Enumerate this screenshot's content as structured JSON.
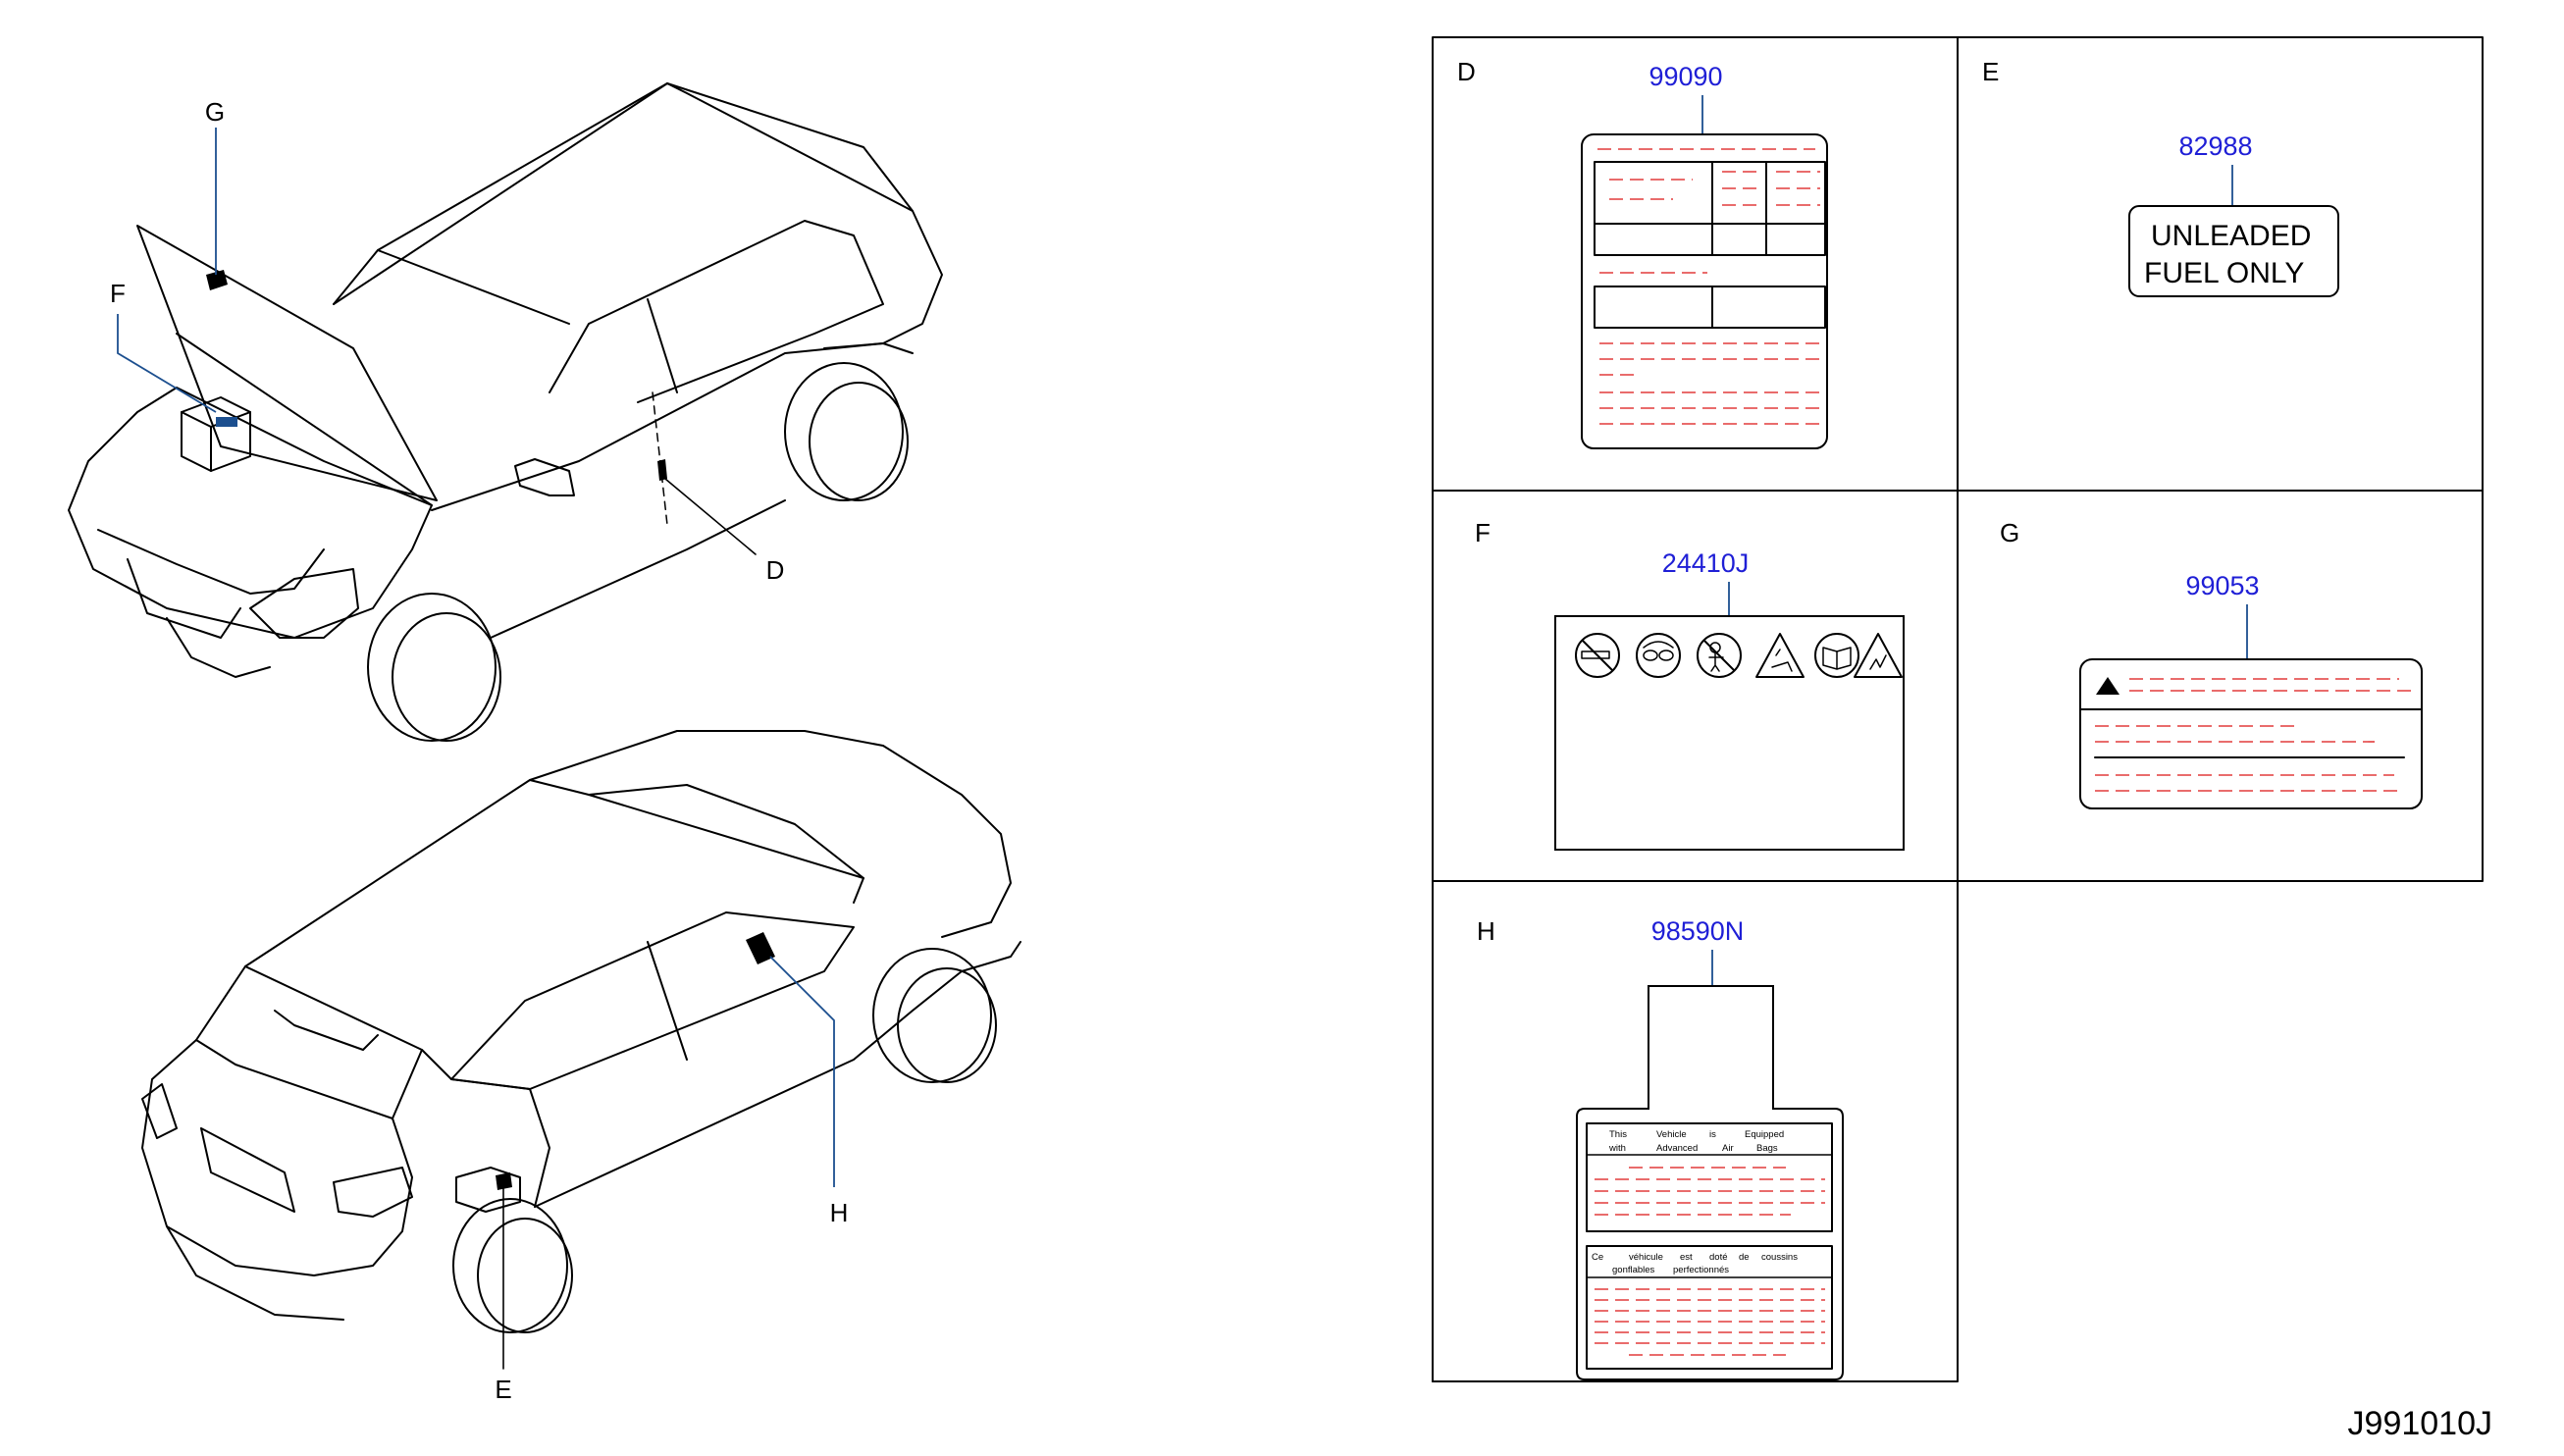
{
  "callouts": {
    "g": "G",
    "f": "F",
    "d": "D",
    "h": "H",
    "e": "E"
  },
  "cells": [
    {
      "id": "D",
      "part_number": "99090"
    },
    {
      "id": "E",
      "part_number": "82988"
    },
    {
      "id": "F",
      "part_number": "24410J"
    },
    {
      "id": "G",
      "part_number": "99053"
    },
    {
      "id": "H",
      "part_number": "98590N"
    }
  ],
  "label_e": {
    "line1": "UNLEADED",
    "line2": "FUEL  ONLY"
  },
  "label_h": {
    "en_words": [
      "This",
      "Vehicle",
      "is",
      "Equipped",
      "with",
      "Advanced",
      "Air",
      "Bags"
    ],
    "fr_words": [
      "Ce",
      "véhicule",
      "est",
      "doté",
      "de",
      "coussins",
      "gonflables",
      "perfectionnés"
    ]
  },
  "battery_icons": [
    "no-smoking-icon",
    "eye-protection-icon",
    "keep-children-away-icon",
    "acid-warning-icon",
    "read-manual-icon",
    "explosion-warning-icon"
  ],
  "drawing_code": "J991010J",
  "colors": {
    "part_number": "#1f1fd6",
    "dashed_text": "#e23b3b",
    "leader": "#1c4f8f"
  }
}
